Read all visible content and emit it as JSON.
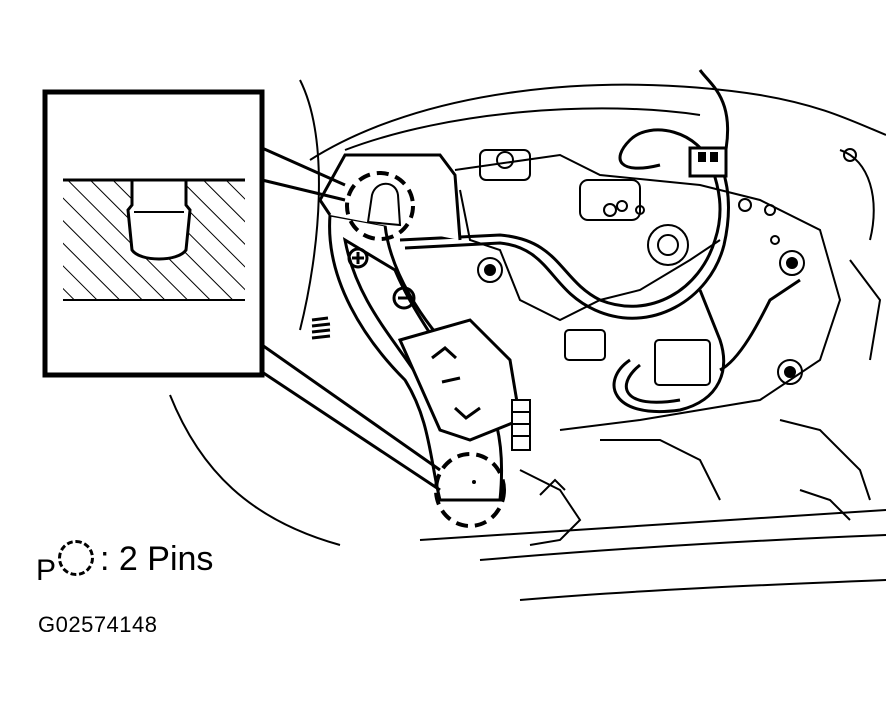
{
  "legend": {
    "symbol_letter": "P",
    "symbol_icon": "dashed-circle-icon",
    "text": ": 2 Pins"
  },
  "figure_id": "G02574148",
  "colors": {
    "ink": "#000000",
    "paper": "#ffffff"
  }
}
